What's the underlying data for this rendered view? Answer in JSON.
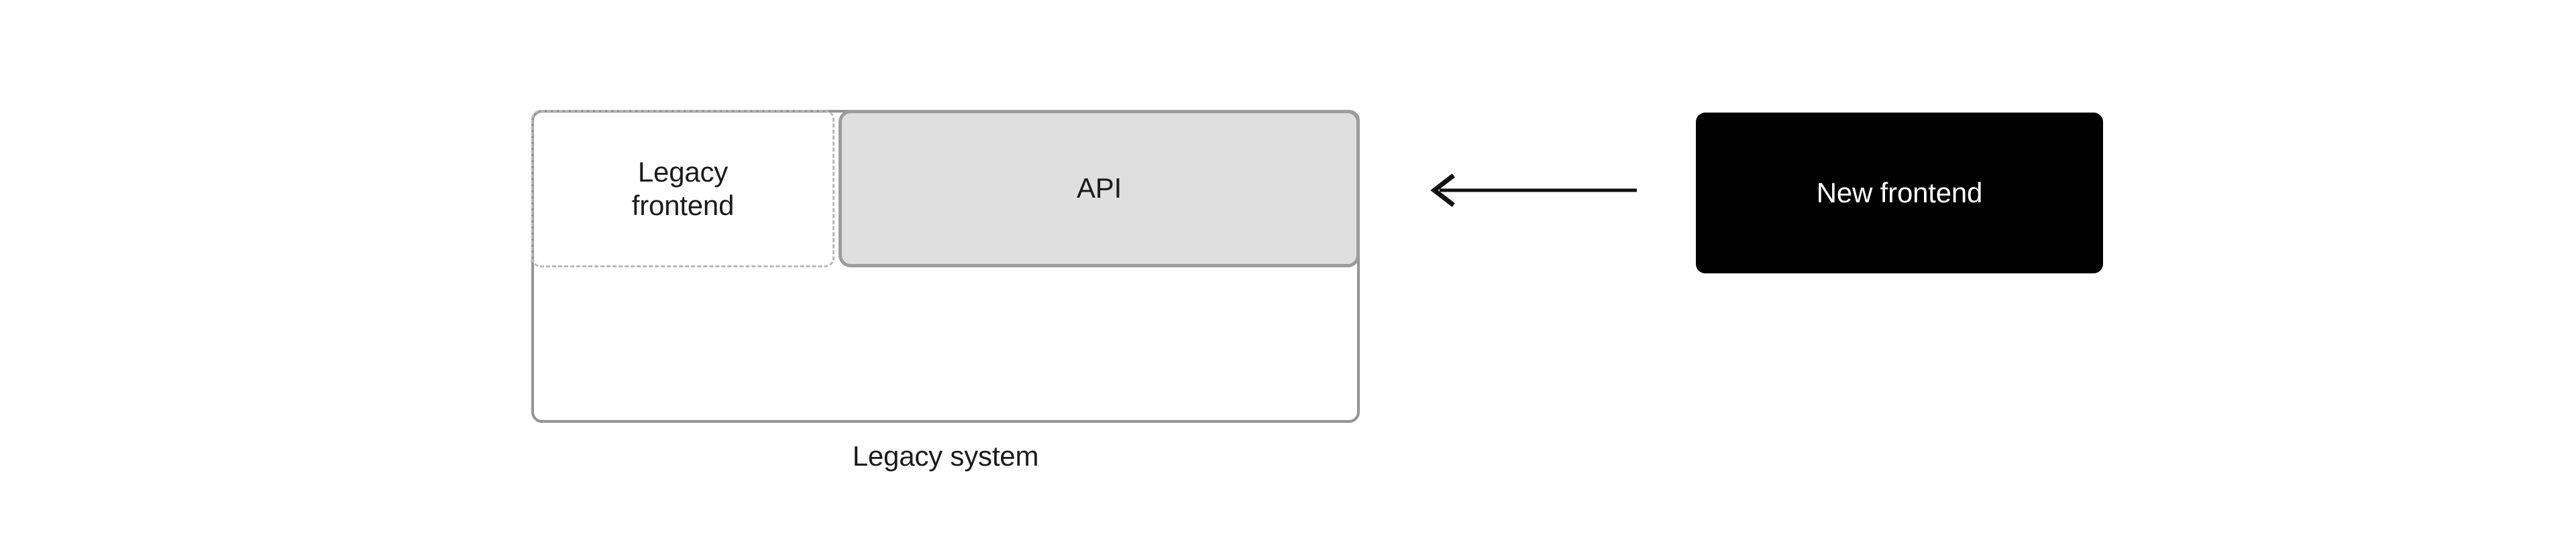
{
  "diagram": {
    "background_color": "#ffffff",
    "legacy_system": {
      "label": "Legacy system",
      "border_color": "#949494",
      "fill_color": "#ffffff"
    },
    "legacy_frontend": {
      "label": "Legacy\nfrontend",
      "border_color": "#b9b9b9",
      "border_style": "dashed",
      "fill_color": "transparent"
    },
    "api": {
      "label": "API",
      "border_color": "#9c9c9c",
      "fill_color": "#dfdfdf"
    },
    "new_frontend": {
      "label": "New frontend",
      "fill_color": "#000000",
      "text_color": "#ffffff"
    },
    "arrow": {
      "name": "arrow-left",
      "direction": "left",
      "color": "#111111",
      "from": "New frontend",
      "to": "API"
    }
  }
}
